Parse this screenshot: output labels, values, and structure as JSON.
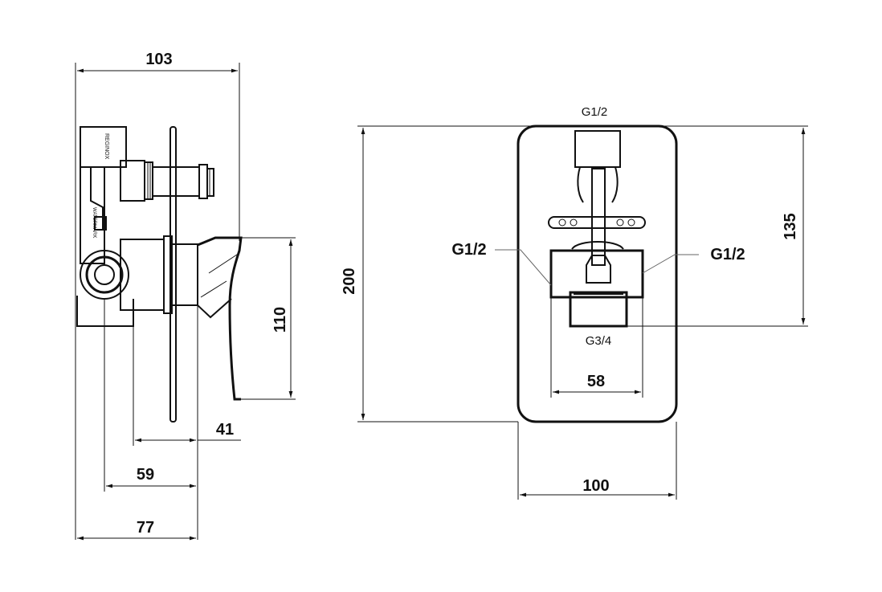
{
  "side_view": {
    "dims": {
      "depth_total": "103",
      "handle_height": "110",
      "depth_41": "41",
      "depth_59": "59",
      "depth_77": "77"
    },
    "body_label": "REGINOX",
    "body_mark": "WATERMARK"
  },
  "front_view": {
    "dims": {
      "plate_height": "200",
      "height_135": "135",
      "width_100": "100",
      "width_58": "58"
    },
    "ports": {
      "top": "G1/2",
      "left": "G1/2",
      "right": "G1/2",
      "bottom": "G3/4"
    }
  },
  "colors": {
    "line": "#111111",
    "leader": "#666666",
    "background": "#ffffff"
  }
}
